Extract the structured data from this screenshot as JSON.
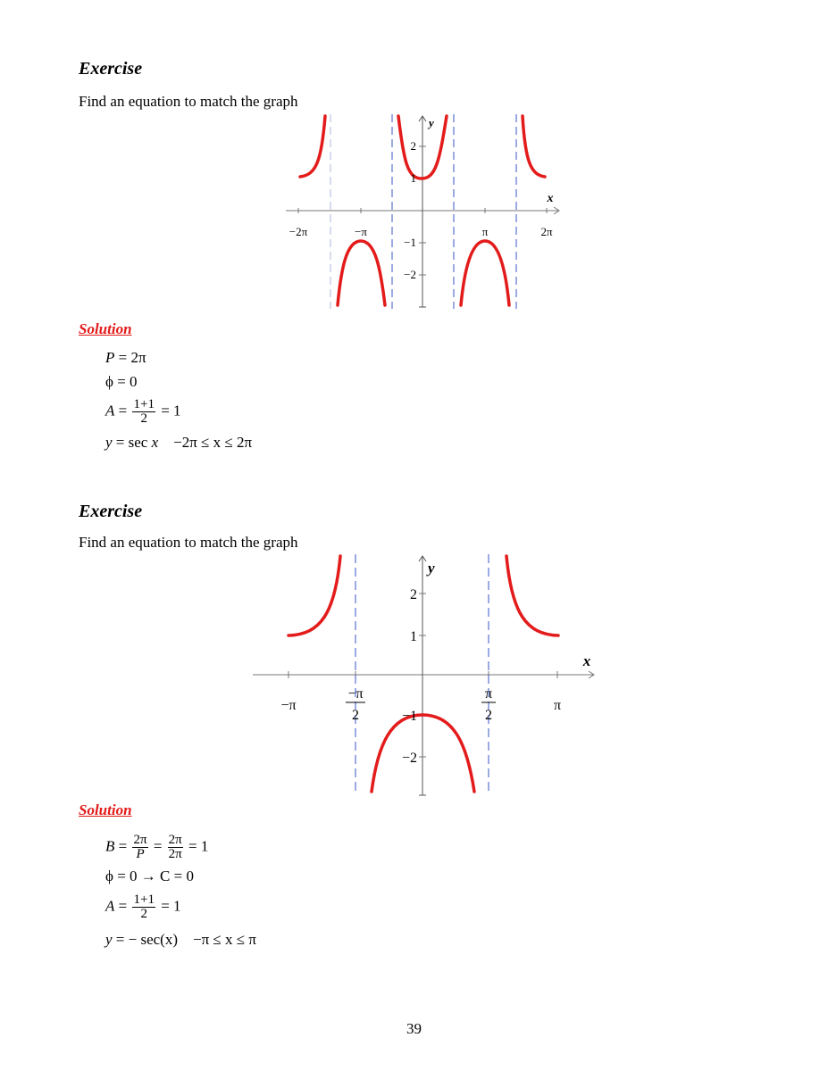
{
  "exercise1": {
    "heading": "Exercise",
    "prompt": "Find an equation to match the graph",
    "graph": {
      "x_axis_label": "x",
      "y_axis_label": "y",
      "x_ticks": [
        "−2π",
        "−π",
        "π",
        "2π"
      ],
      "y_ticks": [
        "2",
        "1",
        "−1",
        "−2"
      ]
    },
    "solution_label": "Solution",
    "lines": {
      "p_lhs": "P",
      "p_rhs": "= 2π",
      "phi_lhs": "ϕ",
      "phi_rhs": "= 0",
      "a_lhs": "A",
      "a_eq": "=",
      "a_num": "1+1",
      "a_den": "2",
      "a_rhs": "= 1",
      "y_lhs": "y",
      "y_mid": "= sec",
      "y_var": "x",
      "y_range": "−2π ≤ x ≤ 2π"
    }
  },
  "exercise2": {
    "heading": "Exercise",
    "prompt": "Find an equation to match the graph",
    "graph": {
      "x_axis_label": "x",
      "y_axis_label": "y",
      "x_tick_neg_pi": "−π",
      "x_tick_pos_pi": "π",
      "x_tick_neg_half_num": "−π",
      "x_tick_neg_half_den": "2",
      "x_tick_pos_half_num": "π",
      "x_tick_pos_half_den": "2",
      "y_ticks": [
        "2",
        "1",
        "−1",
        "−2"
      ]
    },
    "solution_label": "Solution",
    "lines": {
      "b_lhs": "B",
      "b_eq": "=",
      "b_num1": "2π",
      "b_den1": "P",
      "b_eq2": "=",
      "b_num2": "2π",
      "b_den2": "2π",
      "b_rhs": "= 1",
      "phi_line": "ϕ = 0 → C = 0",
      "a_lhs": "A",
      "a_eq": "=",
      "a_num": "1+1",
      "a_den": "2",
      "a_rhs": "= 1",
      "y_lhs": "y",
      "y_rhs": "= − sec(x)",
      "y_range": "−π ≤ x ≤ π"
    }
  },
  "page_number": "39",
  "colors": {
    "curve": "#e31b1b",
    "asymptote": "#3a55c8",
    "solution": "#e31b1b"
  }
}
